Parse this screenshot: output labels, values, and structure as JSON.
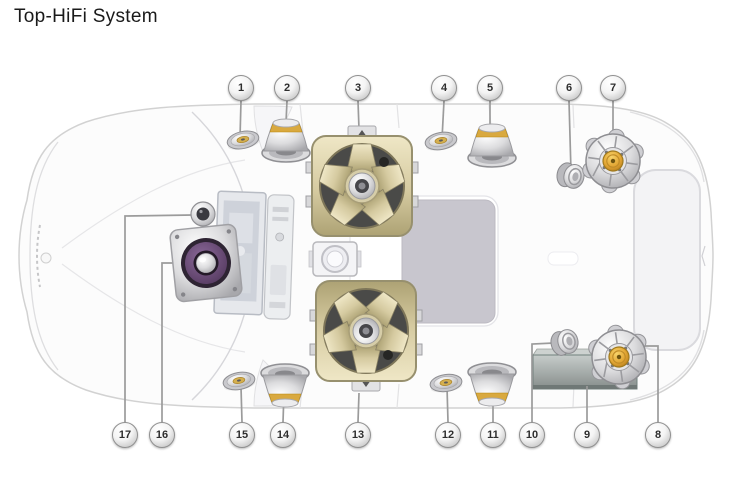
{
  "title": "Top-HiFi System",
  "diagram": {
    "callouts": [
      {
        "label": "1"
      },
      {
        "label": "2"
      },
      {
        "label": "3"
      },
      {
        "label": "4"
      },
      {
        "label": "5"
      },
      {
        "label": "6"
      },
      {
        "label": "7"
      },
      {
        "label": "8"
      },
      {
        "label": "9"
      },
      {
        "label": "10"
      },
      {
        "label": "11"
      },
      {
        "label": "12"
      },
      {
        "label": "13"
      },
      {
        "label": "14"
      },
      {
        "label": "15"
      },
      {
        "label": "16"
      },
      {
        "label": "17"
      }
    ],
    "colors": {
      "background": "#ffffff",
      "body_outline": "#d2d2d2",
      "leader_line": "#9b9b9b",
      "subwoofer_champagne": "#cfc49a",
      "speaker_gold_accent": "#d9a93f",
      "dust_cap_amber": "#e2a634",
      "center_cone_purple": "#6b4a79",
      "amplifier_gray": "#9aa19d",
      "sunroof_gray": "#c7c5cd"
    }
  }
}
